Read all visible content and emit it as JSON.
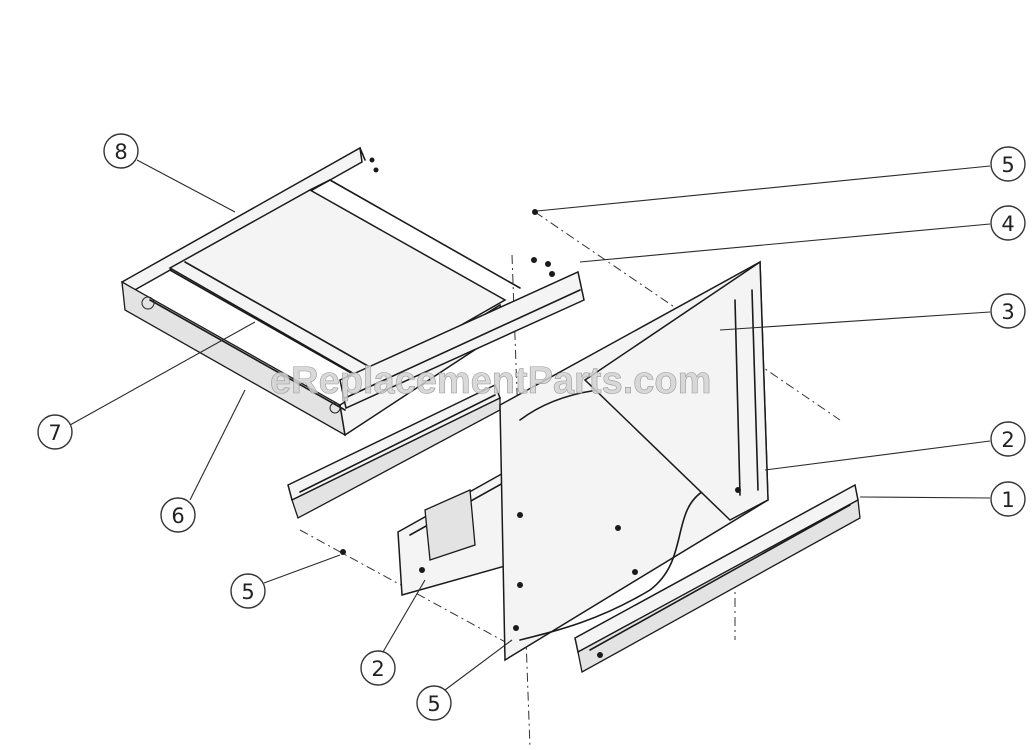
{
  "watermark": "eReplacementParts.com",
  "callouts": [
    {
      "id": "c8-top",
      "label": "8"
    },
    {
      "id": "c5-top",
      "label": "5"
    },
    {
      "id": "c4",
      "label": "4"
    },
    {
      "id": "c3",
      "label": "3"
    },
    {
      "id": "c7",
      "label": "7"
    },
    {
      "id": "c2-right",
      "label": "2"
    },
    {
      "id": "c1",
      "label": "1"
    },
    {
      "id": "c6",
      "label": "6"
    },
    {
      "id": "c5-left",
      "label": "5"
    },
    {
      "id": "c2-bottom",
      "label": "2"
    },
    {
      "id": "c5-bottom",
      "label": "5"
    }
  ]
}
